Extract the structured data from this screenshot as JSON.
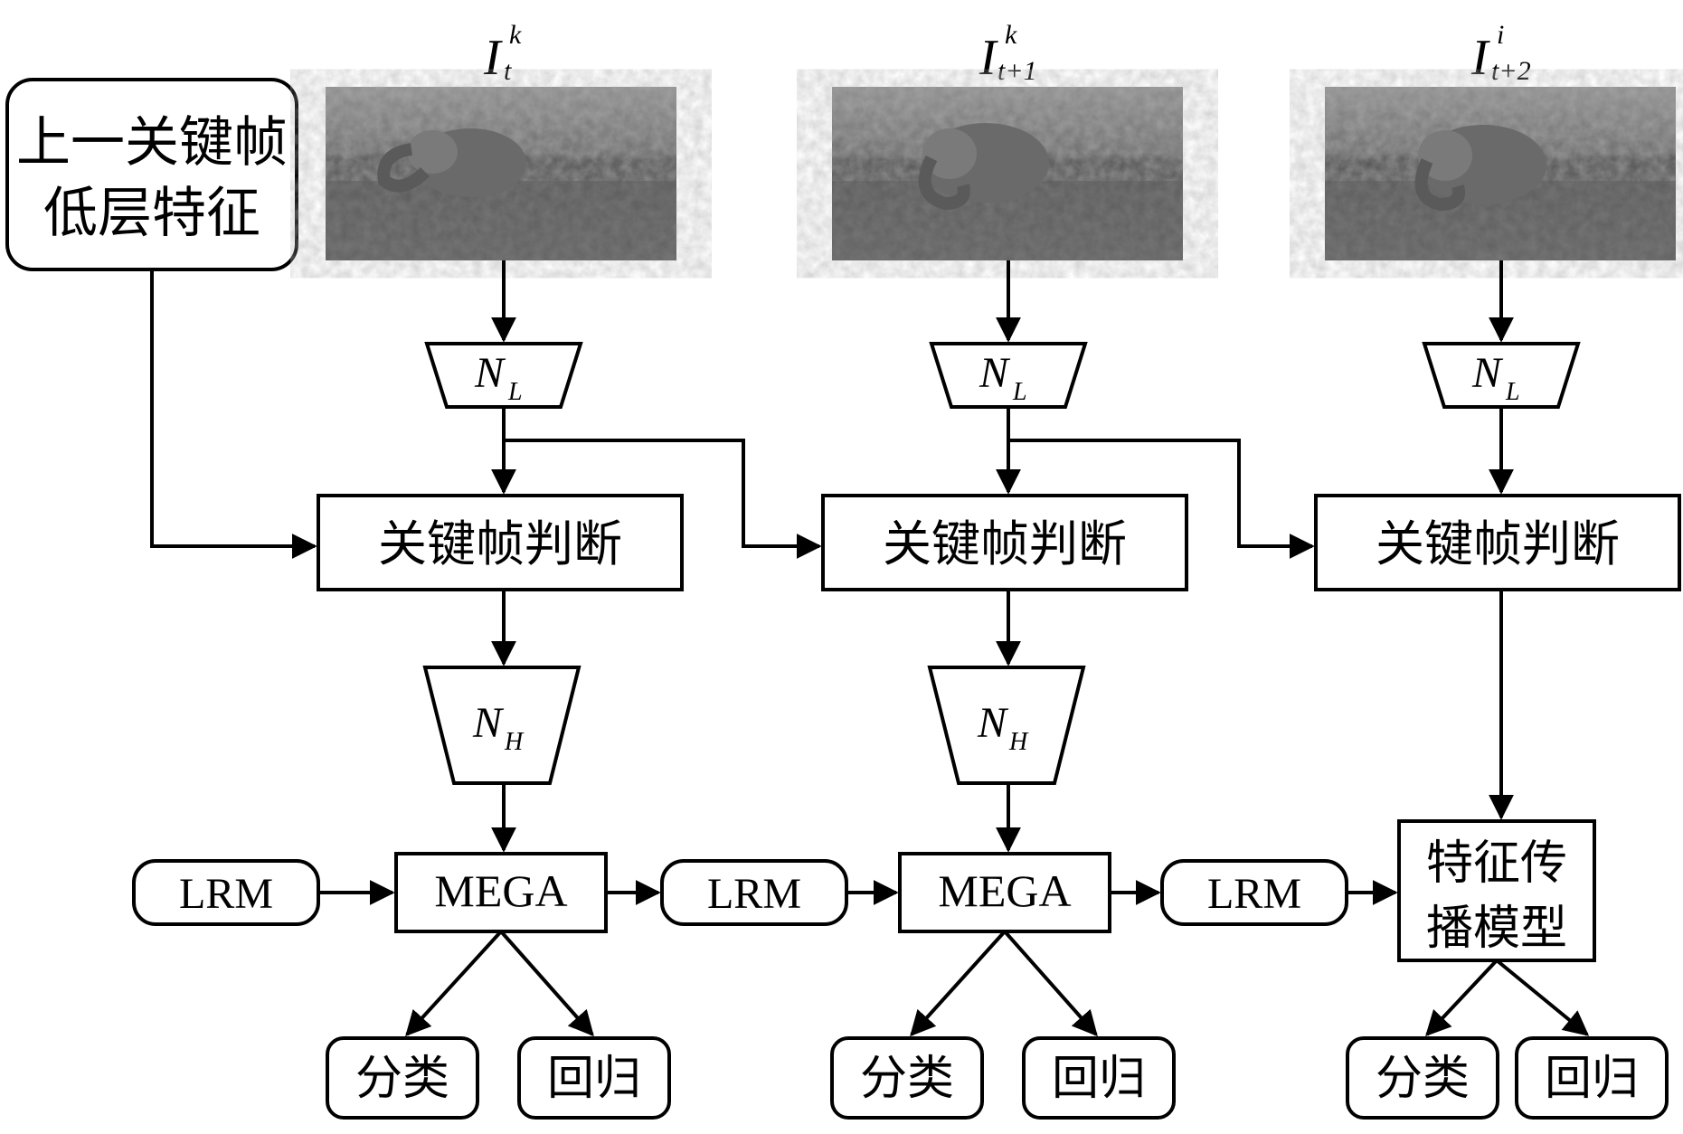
{
  "prev_keyframe": {
    "line1": "上一关键帧",
    "line2": "低层特征"
  },
  "frames": [
    {
      "label_base": "I",
      "label_sup": "k",
      "label_sub": "t"
    },
    {
      "label_base": "I",
      "label_sup": "k",
      "label_sub": "t+1"
    },
    {
      "label_base": "I",
      "label_sup": "i",
      "label_sub": "t+2"
    }
  ],
  "low_net": {
    "base": "N",
    "sub": "L"
  },
  "high_net": {
    "base": "N",
    "sub": "H"
  },
  "keyframe_judge": "关键帧判断",
  "mega": "MEGA",
  "lrm": "LRM",
  "propagation": {
    "line1": "特征传",
    "line2": "播模型"
  },
  "classify": "分类",
  "regress": "回归",
  "colors": {
    "stroke": "#000000",
    "fill": "#ffffff",
    "photo_dark": "#4a4a4a",
    "photo_mid": "#7d7d7d",
    "photo_light": "#a5a5a5"
  }
}
